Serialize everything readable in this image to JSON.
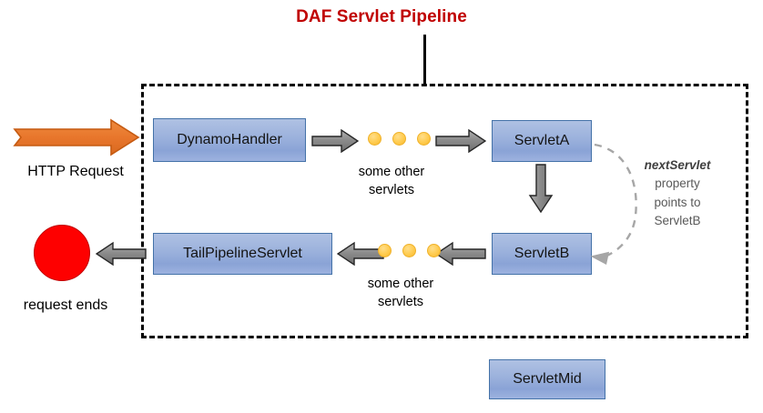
{
  "title": "DAF Servlet Pipeline",
  "title_color": "#C00000",
  "pipeline": {
    "boundary_style": "dashed",
    "boundary_color": "#000000"
  },
  "boxes": {
    "dynamo": "DynamoHandler",
    "servletA": "ServletA",
    "servletB": "ServletB",
    "tail": "TailPipelineServlet",
    "servletMid": "ServletMid",
    "fill_color": "#9BB1DC",
    "border_color": "#4472A8"
  },
  "entry": {
    "arrow_color": "#E8762C",
    "label": "HTTP Request"
  },
  "exit": {
    "circle_color": "#FE0000",
    "label": "request ends"
  },
  "captions": {
    "top": "some other servlets",
    "bottom": "some other servlets"
  },
  "annotation": {
    "emphasis": "nextServlet",
    "line1": "property",
    "line2": "points to",
    "line3": "ServletB",
    "color": "#595959"
  },
  "arrows": {
    "color": "#808080",
    "border": "#262626",
    "dots_color": "#FFCB4E"
  }
}
